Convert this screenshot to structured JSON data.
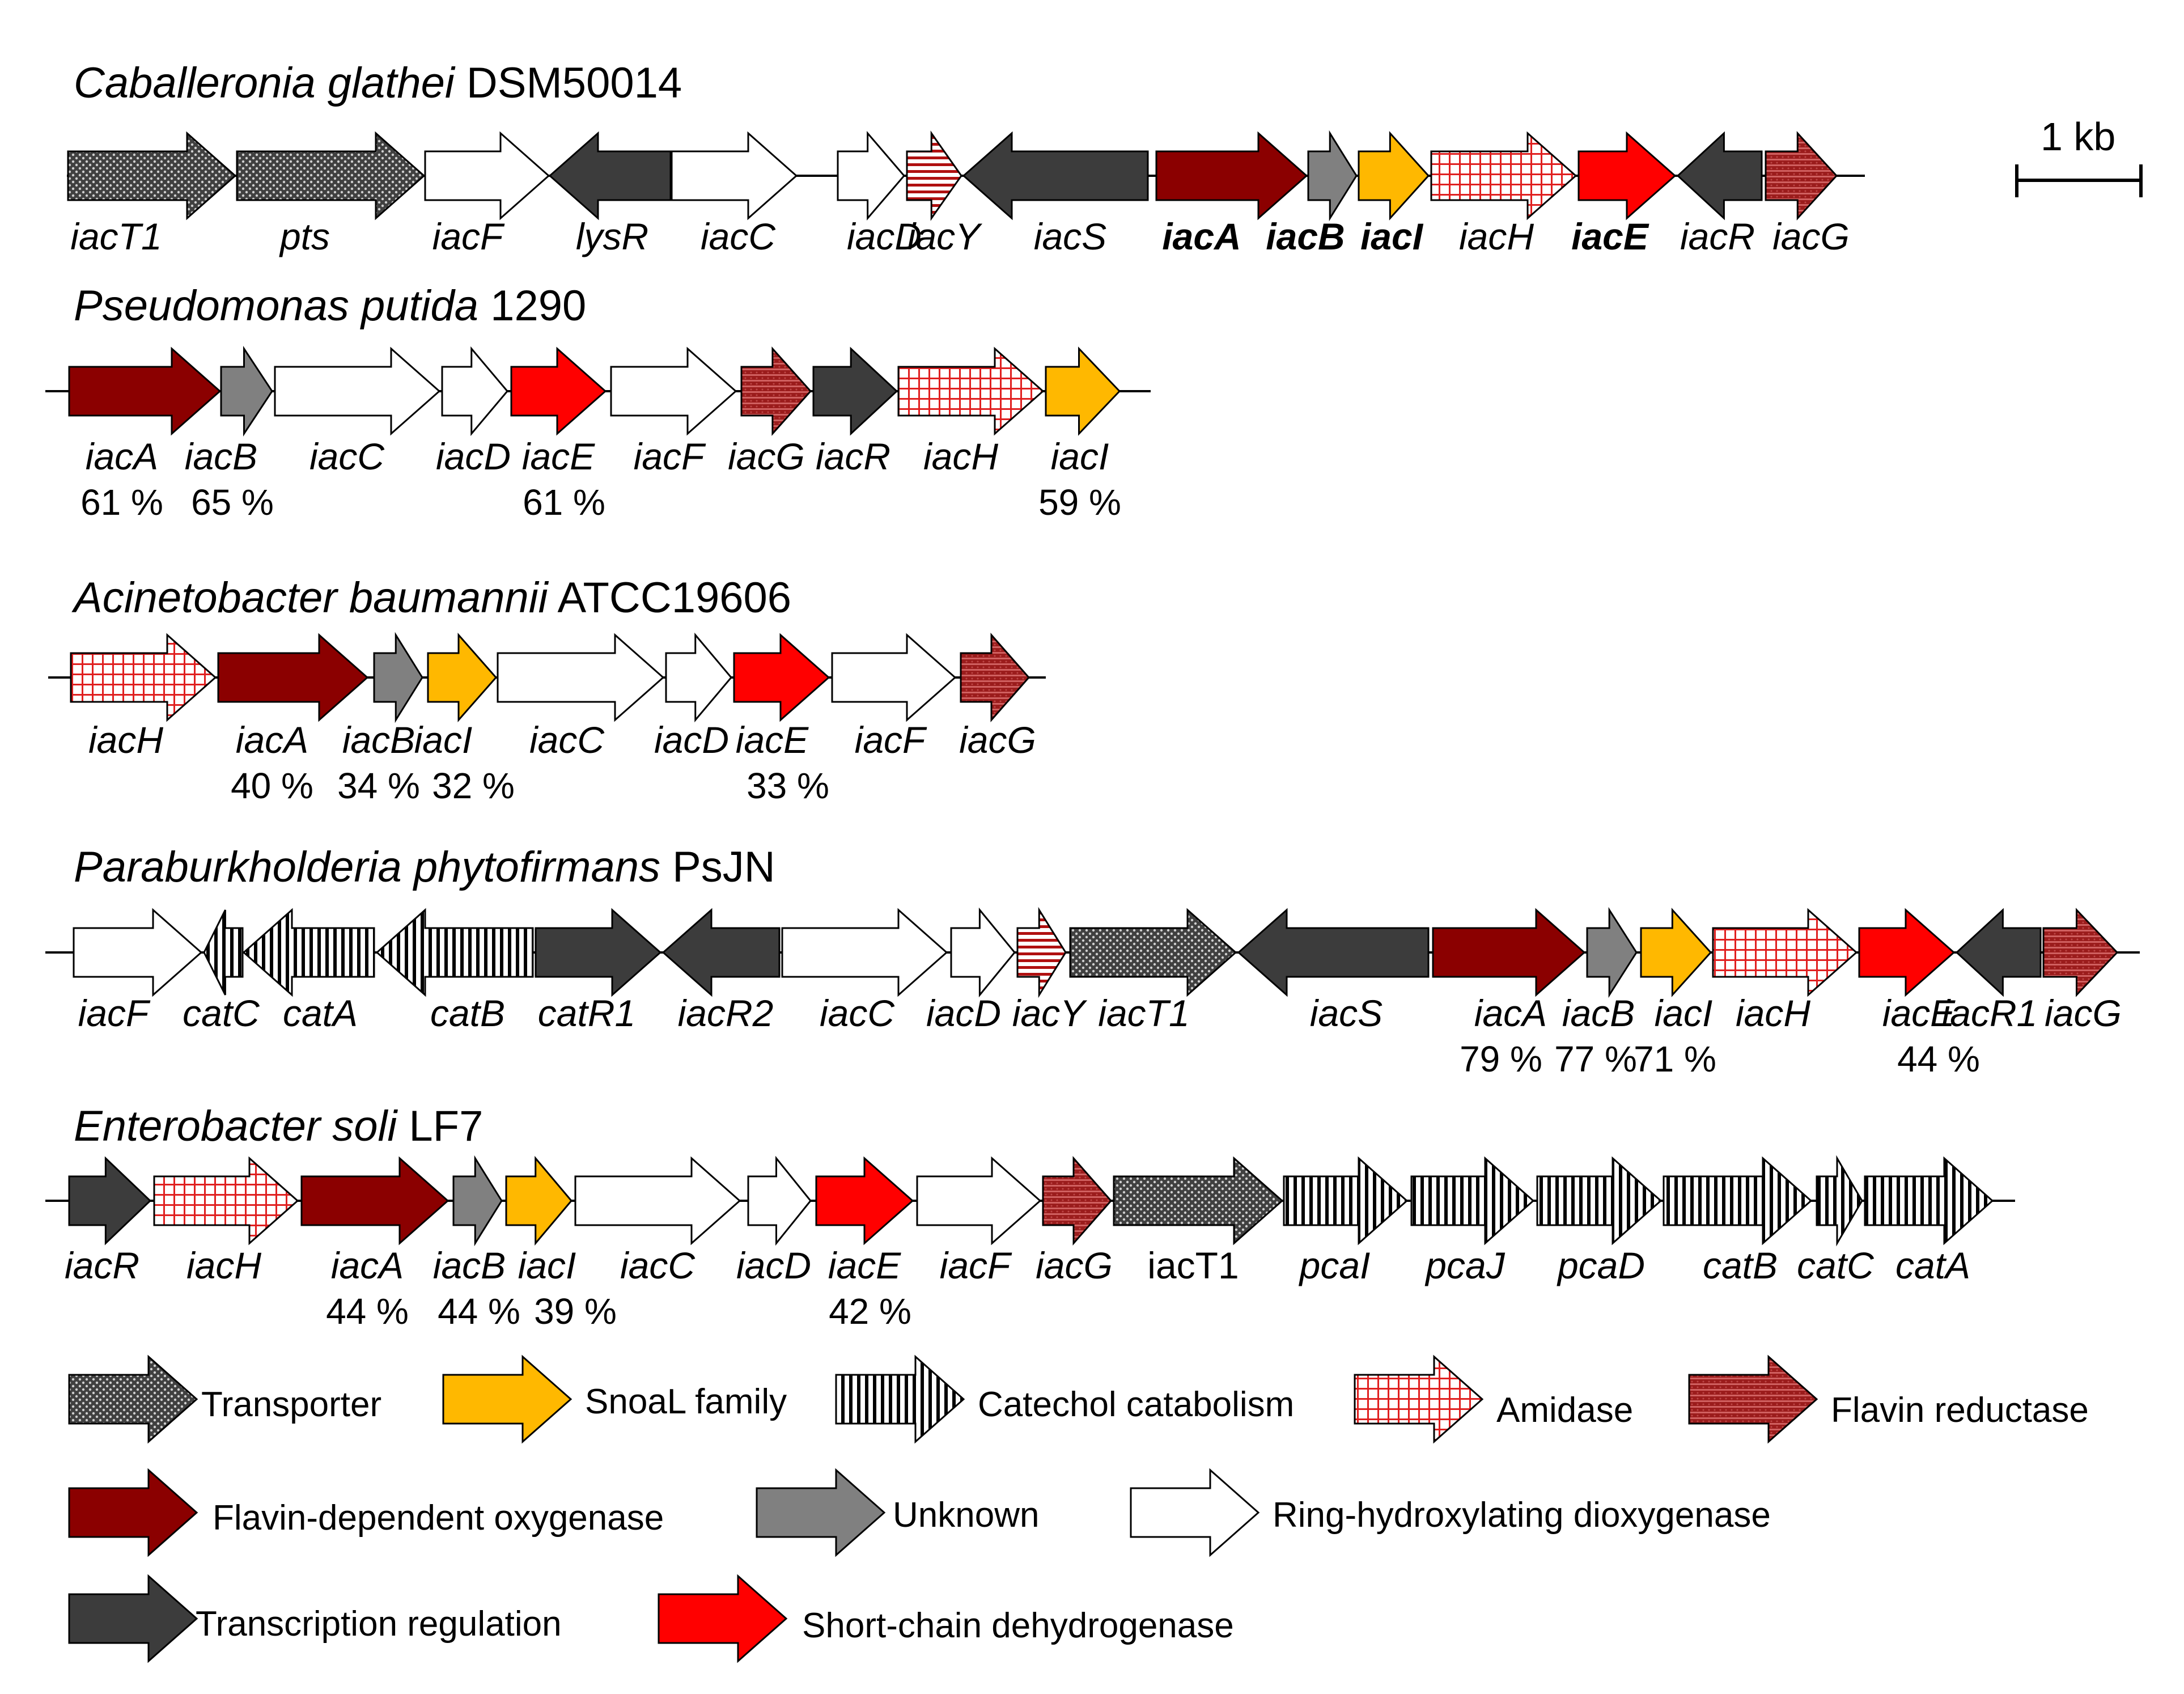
{
  "scale_label": "1 kb",
  "styles": {
    "transporter": {
      "fill": "#444444",
      "pattern": "dots"
    },
    "snoal": {
      "fill": "#FFB800"
    },
    "catechol": {
      "fill": "#ffffff",
      "pattern": "vlines"
    },
    "amidase": {
      "fill": "#ffffff",
      "pattern": "grid"
    },
    "flavin_reductase": {
      "fill": "#9B1C1C",
      "pattern": "hlines"
    },
    "flavin_oxygenase": {
      "fill": "#8B0000"
    },
    "unknown": {
      "fill": "#808080"
    },
    "rhd": {
      "fill": "#ffffff"
    },
    "regulation": {
      "fill": "#3C3C3C"
    },
    "sdr": {
      "fill": "#FF0000"
    },
    "small_hatch": {
      "fill": "#ffffff",
      "pattern": "hlines"
    }
  },
  "organisms": [
    {
      "italic": "Caballeronia glathei",
      "strain": "DSM50014",
      "genes": [
        {
          "label": "iacT1",
          "style": "transporter",
          "dir": 1
        },
        {
          "label": "pts",
          "style": "transporter",
          "dir": 1
        },
        {
          "label": "iacF",
          "style": "rhd",
          "dir": 1
        },
        {
          "label": "lysR",
          "style": "regulation",
          "dir": -1
        },
        {
          "label": "iacC",
          "style": "rhd",
          "dir": 1
        },
        {
          "label": "iacD",
          "style": "rhd",
          "dir": 1
        },
        {
          "label": "iacY",
          "style": "small_hatch",
          "dir": 1
        },
        {
          "label": "iacS",
          "style": "regulation",
          "dir": -1
        },
        {
          "label": "iacA",
          "style": "flavin_oxygenase",
          "dir": 1,
          "bold": true
        },
        {
          "label": "iacB",
          "style": "unknown",
          "dir": 1,
          "bold": true
        },
        {
          "label": "iacI",
          "style": "snoal",
          "dir": 1,
          "bold": true
        },
        {
          "label": "iacH",
          "style": "amidase",
          "dir": 1
        },
        {
          "label": "iacE",
          "style": "sdr",
          "dir": 1,
          "bold": true
        },
        {
          "label": "iacR",
          "style": "regulation",
          "dir": -1
        },
        {
          "label": "iacG",
          "style": "flavin_reductase",
          "dir": 1
        }
      ]
    },
    {
      "italic": "Pseudomonas putida",
      "strain": "1290",
      "genes": [
        {
          "label": "iacA",
          "style": "flavin_oxygenase",
          "dir": 1,
          "pct": "61 %"
        },
        {
          "label": "iacB",
          "style": "unknown",
          "dir": 1,
          "pct": "65 %"
        },
        {
          "label": "iacC",
          "style": "rhd",
          "dir": 1
        },
        {
          "label": "iacD",
          "style": "rhd",
          "dir": 1
        },
        {
          "label": "iacE",
          "style": "sdr",
          "dir": 1,
          "pct": "61 %"
        },
        {
          "label": "iacF",
          "style": "rhd",
          "dir": 1
        },
        {
          "label": "iacG",
          "style": "flavin_reductase",
          "dir": 1
        },
        {
          "label": "iacR",
          "style": "regulation",
          "dir": 1
        },
        {
          "label": "iacH",
          "style": "amidase",
          "dir": 1
        },
        {
          "label": "iacI",
          "style": "snoal",
          "dir": 1,
          "pct": "59 %"
        }
      ]
    },
    {
      "italic": "Acinetobacter baumannii",
      "strain": "ATCC19606",
      "genes": [
        {
          "label": "iacH",
          "style": "amidase",
          "dir": 1
        },
        {
          "label": "iacA",
          "style": "flavin_oxygenase",
          "dir": 1,
          "pct": "40 %"
        },
        {
          "label": "iacB",
          "style": "unknown",
          "dir": 1,
          "pct": "34 %"
        },
        {
          "label": "iacI",
          "style": "snoal",
          "dir": 1,
          "pct": "32 %"
        },
        {
          "label": "iacC",
          "style": "rhd",
          "dir": 1
        },
        {
          "label": "iacD",
          "style": "rhd",
          "dir": 1
        },
        {
          "label": "iacE",
          "style": "sdr",
          "dir": 1,
          "pct": "33 %"
        },
        {
          "label": "iacF",
          "style": "rhd",
          "dir": 1
        },
        {
          "label": "iacG",
          "style": "flavin_reductase",
          "dir": 1
        }
      ]
    },
    {
      "italic": "Paraburkholderia phytofirmans",
      "strain": "PsJN",
      "genes": [
        {
          "label": "iacF",
          "style": "rhd",
          "dir": 1
        },
        {
          "label": "catC",
          "style": "catechol",
          "dir": -1
        },
        {
          "label": "catA",
          "style": "catechol",
          "dir": -1
        },
        {
          "label": "catB",
          "style": "catechol",
          "dir": -1
        },
        {
          "label": "catR1",
          "style": "regulation",
          "dir": 1
        },
        {
          "label": "iacR2",
          "style": "regulation",
          "dir": -1
        },
        {
          "label": "iacC",
          "style": "rhd",
          "dir": 1
        },
        {
          "label": "iacD",
          "style": "rhd",
          "dir": 1
        },
        {
          "label": "iacY",
          "style": "small_hatch",
          "dir": 1
        },
        {
          "label": "iacT1",
          "style": "transporter",
          "dir": 1
        },
        {
          "label": "iacS",
          "style": "regulation",
          "dir": -1
        },
        {
          "label": "iacA",
          "style": "flavin_oxygenase",
          "dir": 1,
          "pct": "79 %"
        },
        {
          "label": "iacB",
          "style": "unknown",
          "dir": 1,
          "pct": "77 %"
        },
        {
          "label": "iacI",
          "style": "snoal",
          "dir": 1,
          "pct": "71 %"
        },
        {
          "label": "iacH",
          "style": "amidase",
          "dir": 1
        },
        {
          "label": "iacE",
          "style": "sdr",
          "dir": 1,
          "pct": "44 %"
        },
        {
          "label": "iacR1",
          "style": "regulation",
          "dir": -1
        },
        {
          "label": "iacG",
          "style": "flavin_reductase",
          "dir": 1
        }
      ]
    },
    {
      "italic": "Enterobacter soli",
      "strain": "LF7",
      "genes": [
        {
          "label": "iacR",
          "style": "regulation",
          "dir": 1
        },
        {
          "label": "iacH",
          "style": "amidase",
          "dir": 1
        },
        {
          "label": "iacA",
          "style": "flavin_oxygenase",
          "dir": 1,
          "pct": "44 %"
        },
        {
          "label": "iacB",
          "style": "unknown",
          "dir": 1,
          "pct": "44 %"
        },
        {
          "label": "iacI",
          "style": "snoal",
          "dir": 1,
          "pct": "39 %"
        },
        {
          "label": "iacC",
          "style": "rhd",
          "dir": 1
        },
        {
          "label": "iacD",
          "style": "rhd",
          "dir": 1
        },
        {
          "label": "iacE",
          "style": "sdr",
          "dir": 1,
          "pct": "42 %"
        },
        {
          "label": "iacF",
          "style": "rhd",
          "dir": 1
        },
        {
          "label": "iacG",
          "style": "flavin_reductase",
          "dir": 1
        },
        {
          "label": "iacT1",
          "style": "transporter",
          "dir": 1,
          "upright": true
        },
        {
          "label": "pcaI",
          "style": "catechol",
          "dir": 1
        },
        {
          "label": "pcaJ",
          "style": "catechol",
          "dir": 1
        },
        {
          "label": "pcaD",
          "style": "catechol",
          "dir": 1
        },
        {
          "label": "catB",
          "style": "catechol",
          "dir": 1
        },
        {
          "label": "catC",
          "style": "catechol",
          "dir": 1
        },
        {
          "label": "catA",
          "style": "catechol",
          "dir": 1
        }
      ]
    }
  ],
  "legend": [
    {
      "label": "Transporter",
      "style": "transporter"
    },
    {
      "label": "SnoaL family",
      "style": "snoal"
    },
    {
      "label": "Catechol catabolism",
      "style": "catechol"
    },
    {
      "label": "Amidase",
      "style": "amidase"
    },
    {
      "label": "Flavin reductase",
      "style": "flavin_reductase"
    },
    {
      "label": "Flavin-dependent oxygenase",
      "style": "flavin_oxygenase"
    },
    {
      "label": "Unknown",
      "style": "unknown"
    },
    {
      "label": "Ring-hydroxylating dioxygenase",
      "style": "rhd"
    },
    {
      "label": "Transcription regulation",
      "style": "regulation"
    },
    {
      "label": "Short-chain dehydrogenase",
      "style": "sdr"
    }
  ]
}
